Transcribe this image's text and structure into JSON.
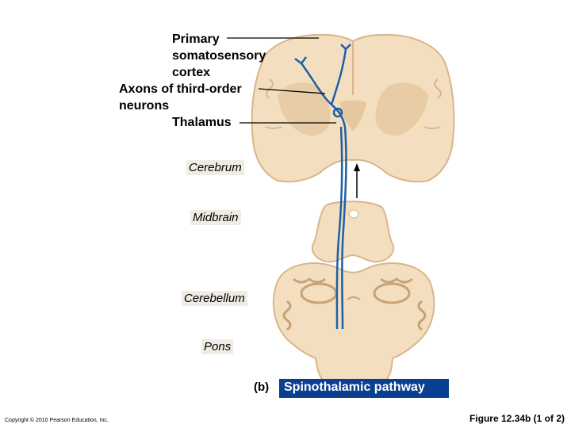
{
  "labels": {
    "primary_somatosensory": [
      "Primary",
      "somatosensory",
      "cortex"
    ],
    "axons": [
      "Axons of third-order",
      "neurons"
    ],
    "thalamus": "Thalamus"
  },
  "regions": {
    "cerebrum": "Cerebrum",
    "midbrain": "Midbrain",
    "cerebellum": "Cerebellum",
    "pons": "Pons"
  },
  "caption": {
    "letter": "(b)",
    "title": "Spinothalamic pathway"
  },
  "footer": {
    "copyright": "Copyright © 2010 Pearson Education, Inc.",
    "figure": "Figure 12.34b (1 of 2)"
  },
  "colors": {
    "tissue": "#f3dfc0",
    "tissue_dark": "#d9b58a",
    "pathway": "#1f5fa8",
    "caption_bg": "#0b3f91"
  }
}
